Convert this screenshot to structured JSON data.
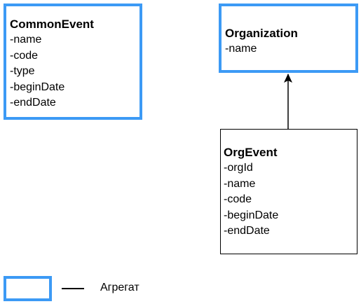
{
  "common_event": {
    "title": "CommonEvent",
    "attributes": [
      "-name",
      "-code",
      "-type",
      "-beginDate",
      "-endDate"
    ]
  },
  "organization": {
    "title": "Organization",
    "attributes": [
      "-name"
    ]
  },
  "org_event": {
    "title": "OrgEvent",
    "attributes": [
      "-orgId",
      "-name",
      "-code",
      "-beginDate",
      "-endDate"
    ]
  },
  "legend": {
    "label": "Агрегат"
  },
  "colors": {
    "aggregate_border": "#3c9af5",
    "entity_border": "#000000",
    "connector": "#000000"
  }
}
